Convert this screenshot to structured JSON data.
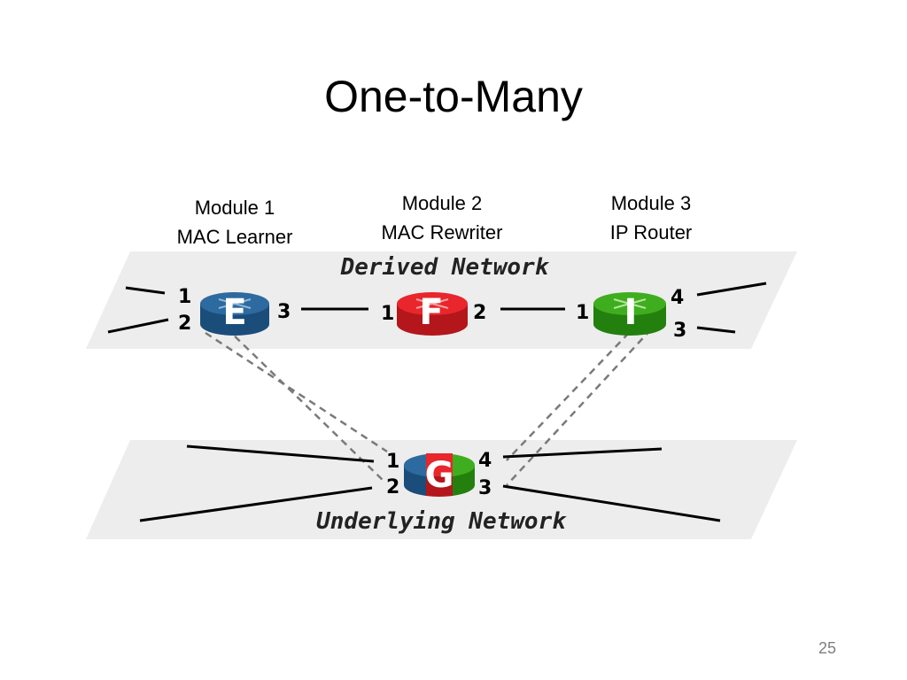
{
  "title": "One-to-Many",
  "modules": [
    {
      "name": "Module 1",
      "role": "MAC Learner"
    },
    {
      "name": "Module 2",
      "role": "MAC Rewriter"
    },
    {
      "name": "Module 3",
      "role": "IP Router"
    }
  ],
  "derived_network": {
    "label": "Derived Network",
    "routers": {
      "E": {
        "letter": "E",
        "color": "#2d6a9f",
        "ports": [
          "1",
          "2",
          "3"
        ]
      },
      "F": {
        "letter": "F",
        "color": "#e8262c",
        "ports": [
          "1",
          "2"
        ]
      },
      "I": {
        "letter": "I",
        "color": "#3fae1e",
        "ports": [
          "1",
          "3",
          "4"
        ]
      }
    }
  },
  "underlying_network": {
    "label": "Underlying Network",
    "router": {
      "letter": "G",
      "colors": [
        "#2d6a9f",
        "#e8262c",
        "#3fae1e"
      ],
      "ports": [
        "1",
        "2",
        "3",
        "4"
      ]
    }
  },
  "slide_number": "25"
}
